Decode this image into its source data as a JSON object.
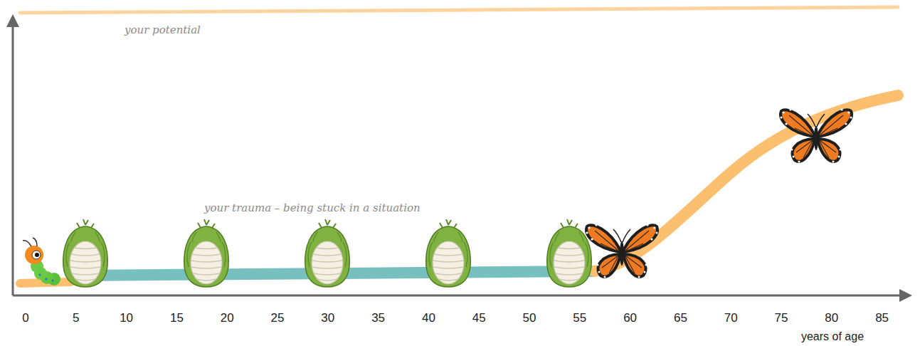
{
  "diagram": {
    "labels": [
      "your potential",
      "your trauma – being stuck in a situation",
      "0",
      "5",
      "10",
      "15",
      "20",
      "25",
      "30",
      "35",
      "40",
      "45",
      "50",
      "55",
      "60",
      "65",
      "70",
      "75",
      "80",
      "85",
      "years of age"
    ]
  }
}
